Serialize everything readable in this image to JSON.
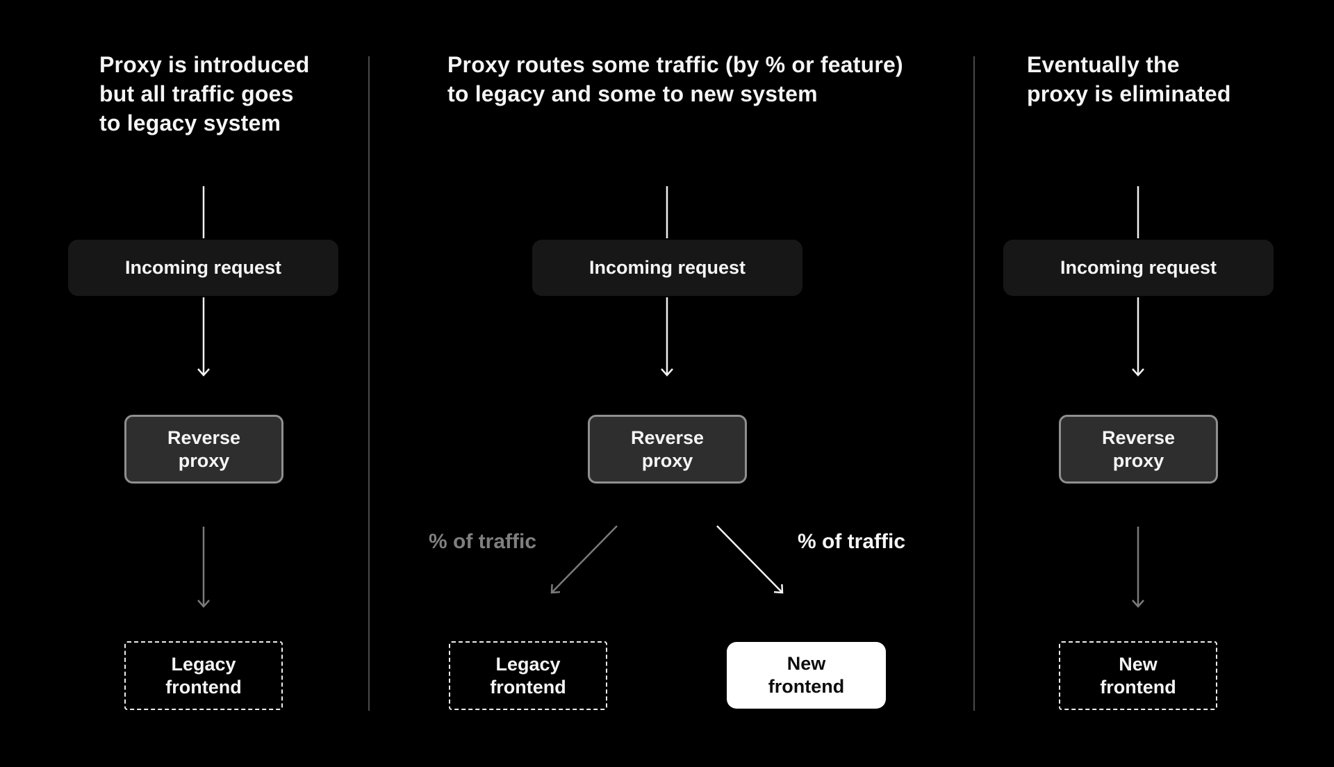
{
  "colors": {
    "bg": "#000000",
    "divider": "#4a4a4a",
    "arrow_white": "#f2f2f2",
    "arrow_gray": "#7a7a7a",
    "incoming_bg": "#171717",
    "proxy_bg": "#2e2e2e",
    "proxy_border": "#8f8f8f",
    "dashed_border": "#ededed",
    "new_bg": "#ffffff",
    "new_text": "#0d0d0d",
    "text": "#f5f5f5",
    "muted": "#7f7f7f"
  },
  "panels": [
    {
      "title_lines": [
        "Proxy is introduced",
        "but all traffic goes",
        "to legacy system"
      ],
      "incoming_label": "Incoming request",
      "proxy_line1": "Reverse",
      "proxy_line2": "proxy",
      "target_line1": "Legacy",
      "target_line2": "frontend"
    },
    {
      "title_lines": [
        "Proxy routes some traffic (by % or feature)",
        "to legacy and some to new system"
      ],
      "incoming_label": "Incoming request",
      "proxy_line1": "Reverse",
      "proxy_line2": "proxy",
      "left_traffic_label": "% of traffic",
      "right_traffic_label": "% of traffic",
      "legacy_line1": "Legacy",
      "legacy_line2": "frontend",
      "new_line1": "New",
      "new_line2": "frontend"
    },
    {
      "title_lines": [
        "Eventually the",
        "proxy is eliminated"
      ],
      "incoming_label": "Incoming request",
      "proxy_line1": "Reverse",
      "proxy_line2": "proxy",
      "target_line1": "New",
      "target_line2": "frontend"
    }
  ]
}
